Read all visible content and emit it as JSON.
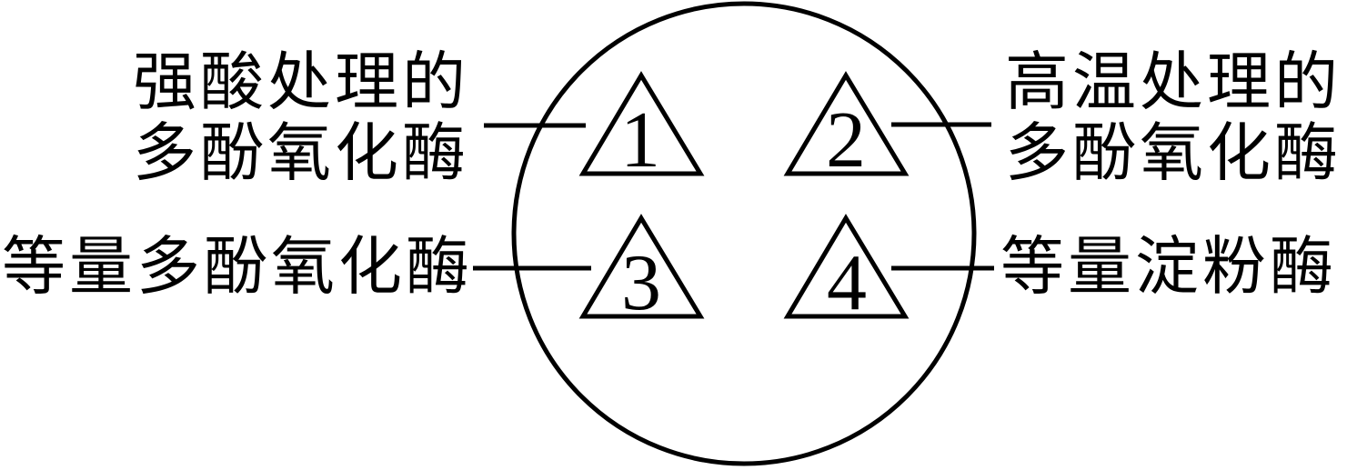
{
  "diagram": {
    "background_color": "#ffffff",
    "line_color": "#000000",
    "dish_shape": "circle",
    "wells": [
      {
        "number": "1"
      },
      {
        "number": "2"
      },
      {
        "number": "3"
      },
      {
        "number": "4"
      }
    ],
    "labels": {
      "top_left": {
        "line1": "强酸处理的",
        "line2": "多酚氧化酶",
        "target_well": "1"
      },
      "top_right": {
        "line1": "高温处理的",
        "line2": "多酚氧化酶",
        "target_well": "2"
      },
      "bottom_left": {
        "text": "等量多酚氧化酶",
        "target_well": "3"
      },
      "bottom_right": {
        "text": "等量淀粉酶",
        "target_well": "4"
      }
    }
  }
}
